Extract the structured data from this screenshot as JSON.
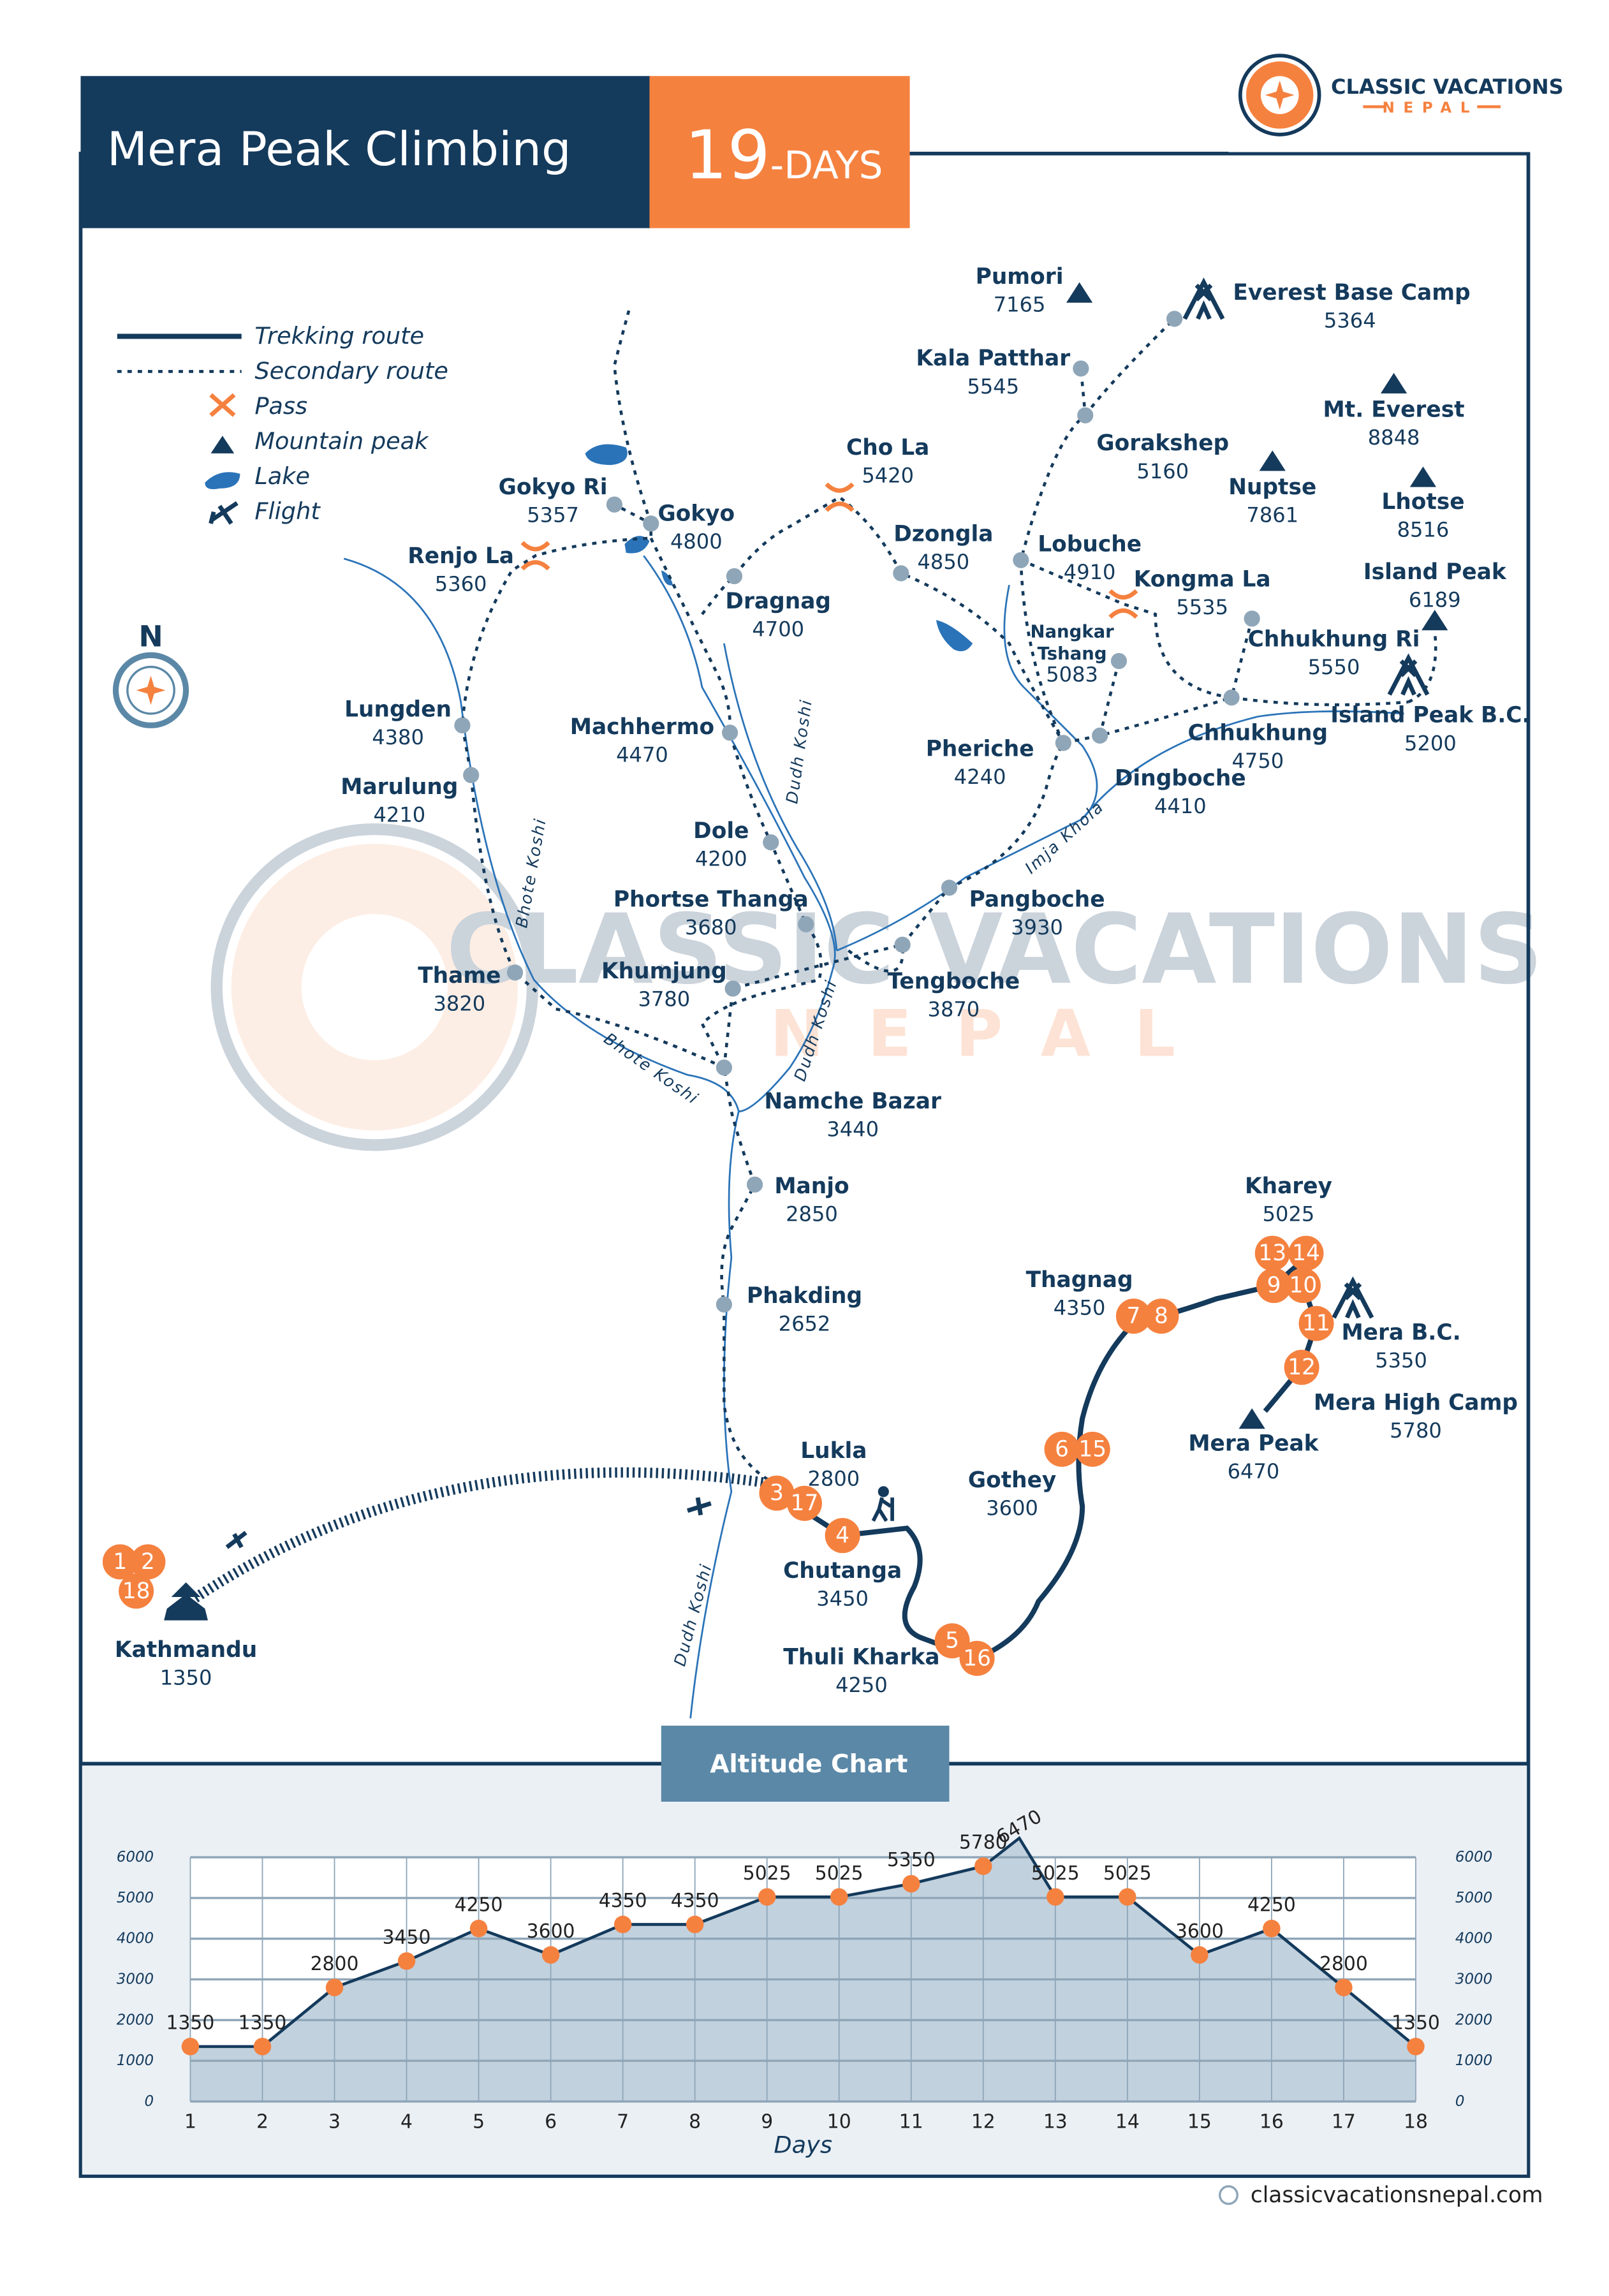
{
  "header": {
    "title": "Mera Peak Climbing",
    "days_number": "19",
    "days_suffix": "-DAYS"
  },
  "brand": {
    "name": "CLASSIC VACATIONS",
    "sub": "NEPAL",
    "website": "classicvacationsnepal.com"
  },
  "watermark": {
    "name": "CLASSIC VACATIONS",
    "sub": "NEPAL"
  },
  "colors": {
    "navy": "#143a5c",
    "orange": "#f5813f",
    "waypoint": "#8fa6b8",
    "river": "#2a73b8"
  },
  "compass": {
    "label": "N"
  },
  "legend": [
    {
      "label": "Trekking route",
      "icon": "solid-line"
    },
    {
      "label": "Secondary route",
      "icon": "dotted-line"
    },
    {
      "label": "Pass",
      "icon": "pass-icon"
    },
    {
      "label": "Mountain peak",
      "icon": "peak-icon"
    },
    {
      "label": "Lake",
      "icon": "lake-icon"
    },
    {
      "label": "Flight",
      "icon": "plane-icon"
    }
  ],
  "places": [
    {
      "name": "Everest Base Camp",
      "alt": "5364"
    },
    {
      "name": "Pumori",
      "alt": "7165"
    },
    {
      "name": "Kala Patthar",
      "alt": "5545"
    },
    {
      "name": "Gorakshep",
      "alt": "5160"
    },
    {
      "name": "Mt. Everest",
      "alt": "8848"
    },
    {
      "name": "Nuptse",
      "alt": "7861"
    },
    {
      "name": "Lhotse",
      "alt": "8516"
    },
    {
      "name": "Island Peak",
      "alt": "6189"
    },
    {
      "name": "Cho La",
      "alt": "5420"
    },
    {
      "name": "Gokyo Ri",
      "alt": "5357"
    },
    {
      "name": "Gokyo",
      "alt": "4800"
    },
    {
      "name": "Renjo La",
      "alt": "5360"
    },
    {
      "name": "Dzongla",
      "alt": "4850"
    },
    {
      "name": "Lobuche",
      "alt": "4910"
    },
    {
      "name": "Dragnag",
      "alt": "4700"
    },
    {
      "name": "Kongma La",
      "alt": "5535"
    },
    {
      "name": "Nangkar Tshang",
      "alt": "5083"
    },
    {
      "name": "Chhukhung Ri",
      "alt": "5550"
    },
    {
      "name": "Island Peak B.C.",
      "alt": "5200"
    },
    {
      "name": "Chhukhung",
      "alt": "4750"
    },
    {
      "name": "Dingboche",
      "alt": "4410"
    },
    {
      "name": "Pheriche",
      "alt": "4240"
    },
    {
      "name": "Machhermo",
      "alt": "4470"
    },
    {
      "name": "Lungden",
      "alt": "4380"
    },
    {
      "name": "Marulung",
      "alt": "4210"
    },
    {
      "name": "Dole",
      "alt": "4200"
    },
    {
      "name": "Phortse Thanga",
      "alt": "3680"
    },
    {
      "name": "Pangboche",
      "alt": "3930"
    },
    {
      "name": "Tengboche",
      "alt": "3870"
    },
    {
      "name": "Thame",
      "alt": "3820"
    },
    {
      "name": "Khumjung",
      "alt": "3780"
    },
    {
      "name": "Namche Bazar",
      "alt": "3440"
    },
    {
      "name": "Manjo",
      "alt": "2850"
    },
    {
      "name": "Phakding",
      "alt": "2652"
    },
    {
      "name": "Lukla",
      "alt": "2800"
    },
    {
      "name": "Chutanga",
      "alt": "3450"
    },
    {
      "name": "Thuli Kharka",
      "alt": "4250"
    },
    {
      "name": "Gothey",
      "alt": "3600"
    },
    {
      "name": "Thagnag",
      "alt": "4350"
    },
    {
      "name": "Kharey",
      "alt": "5025"
    },
    {
      "name": "Mera B.C.",
      "alt": "5350"
    },
    {
      "name": "Mera High Camp",
      "alt": "5780"
    },
    {
      "name": "Mera Peak",
      "alt": "6470"
    },
    {
      "name": "Kathmandu",
      "alt": "1350"
    }
  ],
  "day_markers": [
    "1",
    "2",
    "18",
    "3",
    "17",
    "4",
    "5",
    "16",
    "6",
    "15",
    "7",
    "8",
    "9",
    "10",
    "11",
    "12",
    "13",
    "14"
  ],
  "rivers": [
    "Dudh Koshi",
    "Bhote Koshi",
    "Bhote Koshi",
    "Dudh Koshi",
    "Dudh Koshi",
    "Imja Khola"
  ],
  "chart_data": {
    "type": "area",
    "title": "Altitude Chart",
    "xlabel": "Days",
    "ylabel": "",
    "x": [
      1,
      2,
      3,
      4,
      5,
      6,
      7,
      8,
      9,
      10,
      11,
      12,
      12.5,
      13,
      14,
      15,
      16,
      17,
      18
    ],
    "values": [
      1350,
      1350,
      2800,
      3450,
      4250,
      3600,
      4350,
      4350,
      5025,
      5025,
      5350,
      5780,
      6470,
      5025,
      5025,
      3600,
      4250,
      2800,
      1350
    ],
    "marked": [
      true,
      true,
      true,
      true,
      true,
      true,
      true,
      true,
      true,
      true,
      true,
      true,
      false,
      true,
      true,
      true,
      true,
      true,
      true
    ],
    "xticks": [
      "1",
      "2",
      "3",
      "4",
      "5",
      "6",
      "7",
      "8",
      "9",
      "10",
      "11",
      "12",
      "13",
      "14",
      "15",
      "16",
      "17",
      "18"
    ],
    "yticks": [
      "0",
      "1000",
      "2000",
      "3000",
      "4000",
      "5000",
      "6000"
    ],
    "xlim": [
      1,
      18
    ],
    "ylim": [
      0,
      6000
    ],
    "grid": true
  }
}
